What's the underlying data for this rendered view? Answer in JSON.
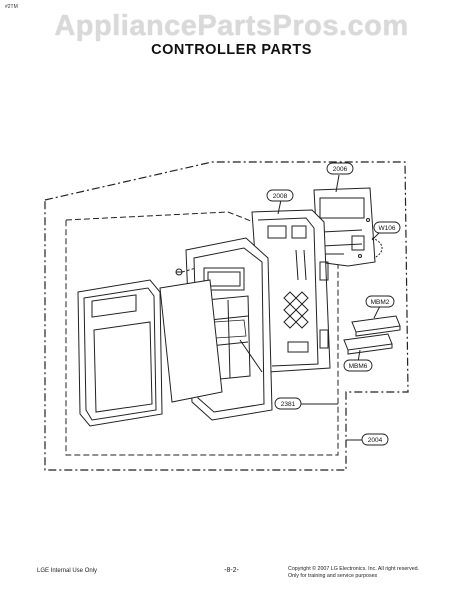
{
  "page": {
    "corner_tag": "#2TM",
    "watermark": "AppliancePartsPros.com",
    "title": "CONTROLLER PARTS"
  },
  "callouts": {
    "c2006": "2006",
    "c2008": "2008",
    "cW106": "W106",
    "cMBM2": "MBM2",
    "cMBM6": "MBM6",
    "c2381": "2381",
    "c2004": "2004"
  },
  "footer": {
    "left": "LGE Internal Use Only",
    "page_number": "-8-2-",
    "copyright_line1": "Copyright © 2007 LG Electronics. Inc. All right reserved.",
    "copyright_line2": "Only for training and service purposes"
  },
  "colors": {
    "line": "#222222",
    "watermark": "#d9d9d9"
  }
}
